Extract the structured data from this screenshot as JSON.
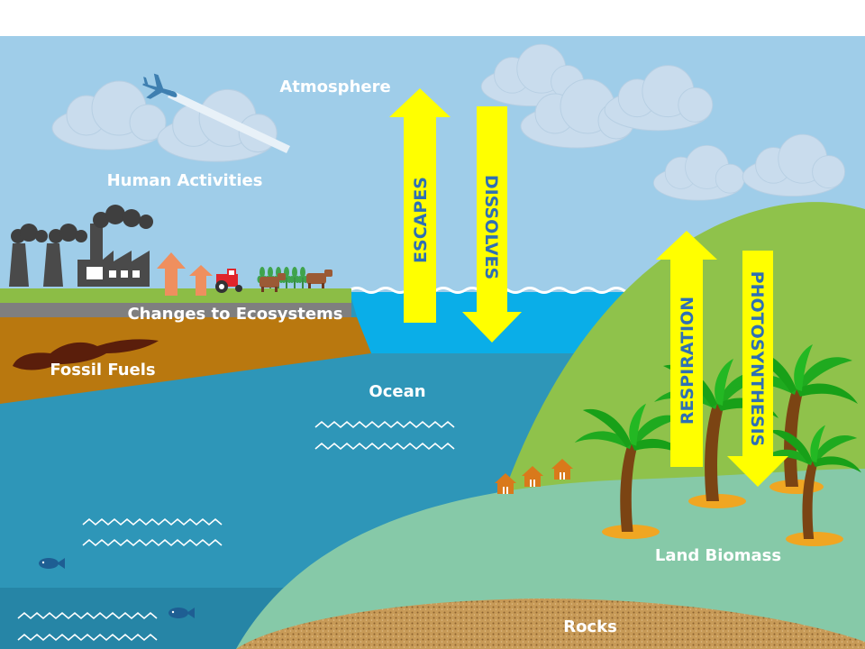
{
  "labels": {
    "atmosphere": "Atmosphere",
    "human_activities": "Human Activities",
    "changes_to_ecosystems": "Changes to Ecosystems",
    "fossil_fuels": "Fossil Fuels",
    "ocean": "Ocean",
    "land_biomass": "Land Biomass",
    "rocks": "Rocks"
  },
  "arrows": {
    "escapes": "ESCAPES",
    "dissolves": "DISSOLVES",
    "respiration": "RESPIRATION",
    "photosynthesis": "PHOTOSYNTHESIS"
  },
  "colors": {
    "sky": "#9fcde9",
    "ocean_deep": "#2e96b8",
    "ocean_surface": "#0aaee8",
    "hill": "#8fc24b",
    "shore": "#86c9a8",
    "rocks": "#c79a57",
    "soil": "#b9780f",
    "grass": "#8cbd46",
    "arrow_fill": "#ffff00",
    "arrow_text": "#2e6fb4",
    "label_text": "#ffffff"
  },
  "icons": [
    "cloud-icon",
    "airplane-icon",
    "factory-icon",
    "up-arrow-icon",
    "tractor-icon",
    "wheat-icon",
    "cow-icon",
    "house-icon",
    "palm-tree-icon",
    "fish-icon",
    "wave-icon",
    "oil-spill-icon"
  ]
}
